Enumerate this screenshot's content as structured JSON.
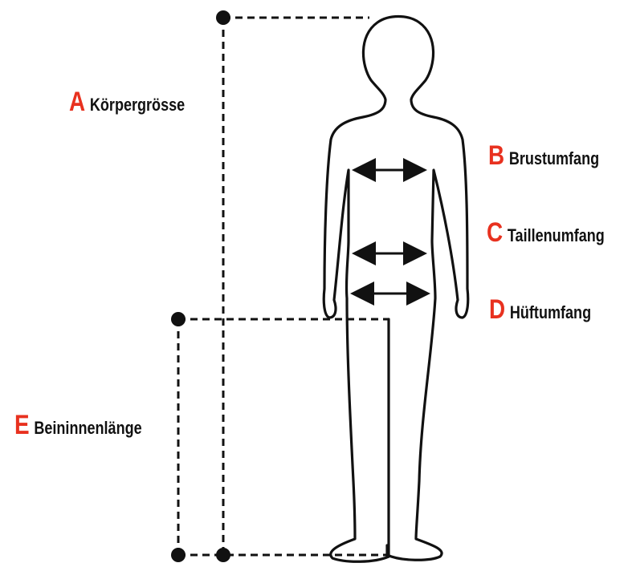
{
  "accent_color": "#e8311f",
  "text_color": "#111111",
  "line_color": "#111111",
  "labels": {
    "a": {
      "letter": "A",
      "name": "Körpergrösse"
    },
    "b": {
      "letter": "B",
      "name": "Brustumfang"
    },
    "c": {
      "letter": "C",
      "name": "Taillenumfang"
    },
    "d": {
      "letter": "D",
      "name": "Hüftumfang"
    },
    "e": {
      "letter": "E",
      "name": "Beininnenlänge"
    }
  }
}
